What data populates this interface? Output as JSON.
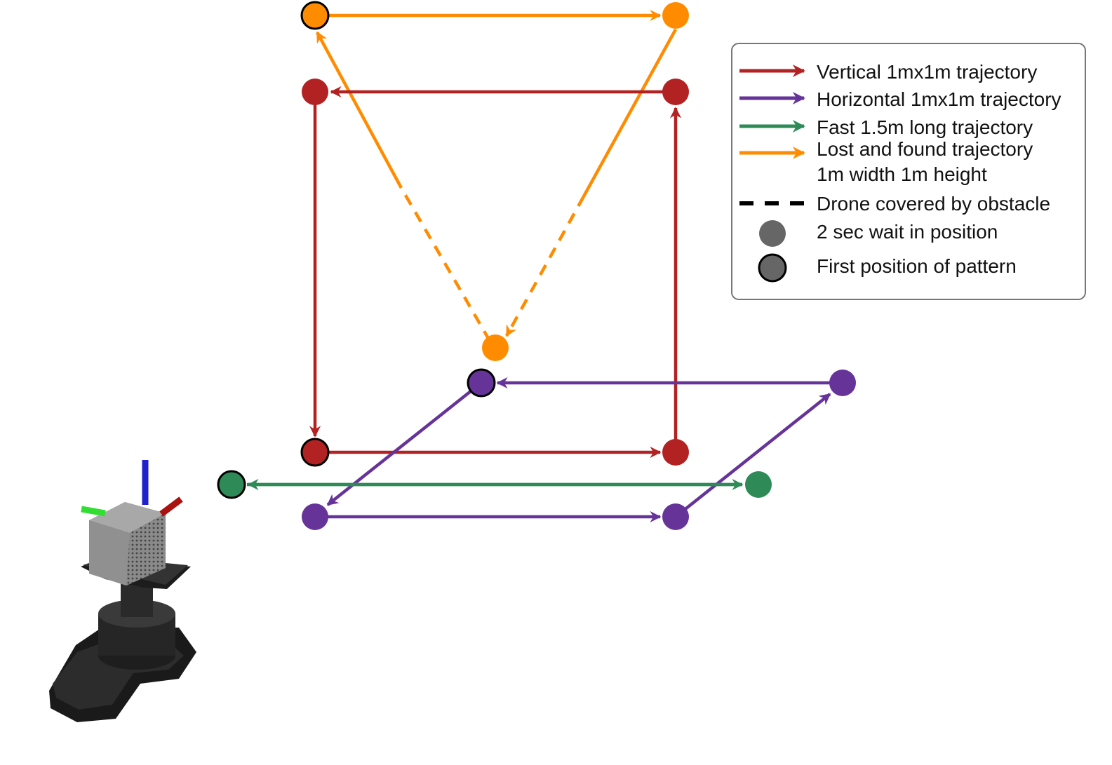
{
  "colors": {
    "vertical": "#b22222",
    "horizontal": "#663399",
    "fast": "#2e8b57",
    "lost_found": "#ff8c00",
    "wait_marker": "#666666",
    "outline": "#000000",
    "legend_border": "#777777"
  },
  "legend": {
    "vertical_label": "Vertical 1mx1m trajectory",
    "horizontal_label": "Horizontal 1mx1m trajectory",
    "fast_label": "Fast 1.5m long trajectory",
    "lost_found_label_line1": "Lost and found trajectory",
    "lost_found_label_line2": "1m width 1m height",
    "occluded_label": "Drone covered by obstacle",
    "wait_label": "2 sec wait in position",
    "first_label": "First position of pattern"
  },
  "icons": {
    "sensor": "lidar-on-pan-tilt-base-icon",
    "axes": "xyz-coordinate-axes-icon"
  }
}
